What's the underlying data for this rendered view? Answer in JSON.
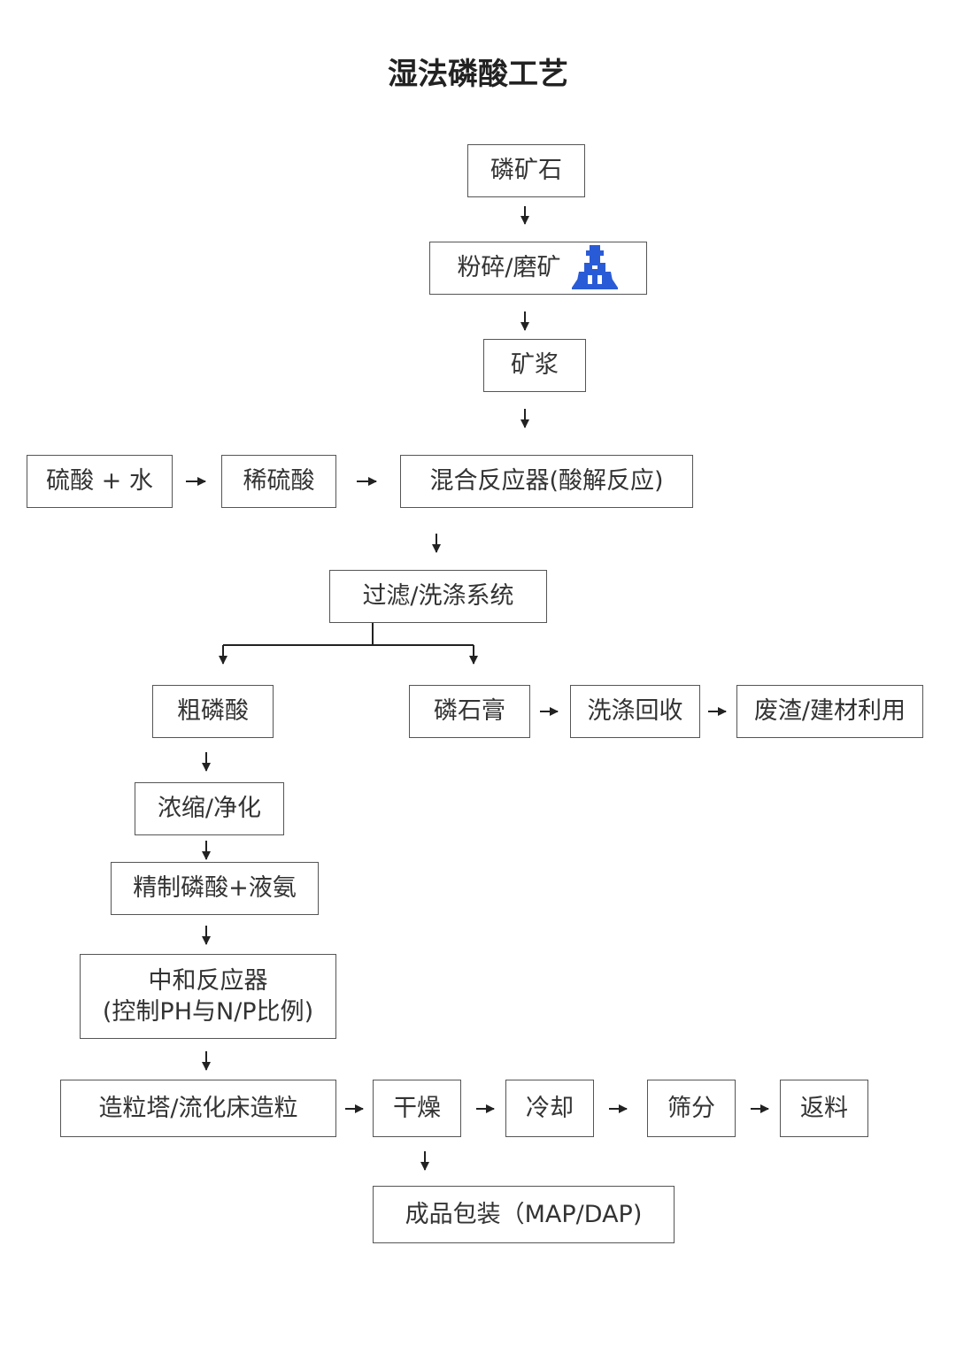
{
  "title": "湿法磷酸工艺",
  "nodes": {
    "phosphate_rock": "磷矿石",
    "crushing": "粉碎/磨矿",
    "slurry": "矿浆",
    "acid_water": "硫酸 + 水",
    "dilute_acid": "稀硫酸",
    "reactor": "混合反应器(酸解反应)",
    "filter": "过滤/洗涤系统",
    "crude_acid": "粗磷酸",
    "gypsum": "磷石膏",
    "wash_recover": "洗涤回收",
    "waste": "废渣/建材利用",
    "concentrate": "浓缩/净化",
    "refined_ammonia": "精制磷酸+液氨",
    "neutral_line1": "中和反应器",
    "neutral_line2": "(控制PH与N/P比例)",
    "granulation": "造粒塔/流化床造粒",
    "drying": "干燥",
    "cooling": "冷却",
    "screening": "筛分",
    "return": "返料",
    "packaging": "成品包装（MAP/DAP)"
  },
  "colors": {
    "border": "#555555",
    "arrow": "#222222",
    "icon": "#2a5bd7"
  },
  "icons": {
    "crushing": "ball-mill-icon"
  }
}
